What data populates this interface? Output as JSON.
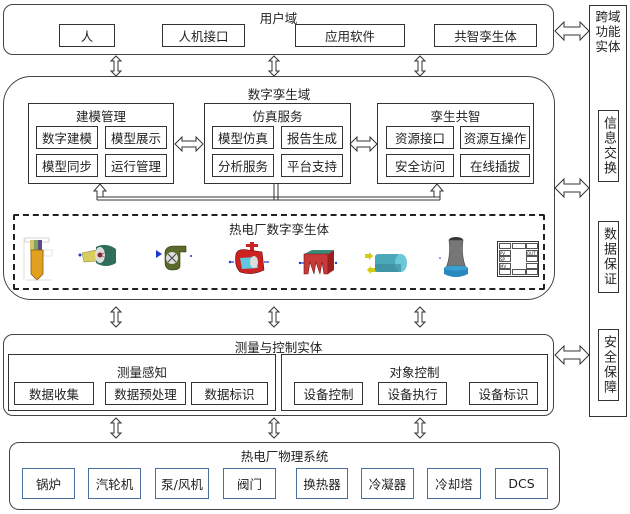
{
  "user_domain": {
    "title": "用户域",
    "items": [
      "人",
      "人机接口",
      "应用软件",
      "共智孪生体"
    ]
  },
  "digital_twin_domain": {
    "title": "数字孪生域",
    "groups": [
      {
        "title": "建模管理",
        "items": [
          "数字建模",
          "模型展示",
          "模型同步",
          "运行管理"
        ]
      },
      {
        "title": "仿真服务",
        "items": [
          "模型仿真",
          "报告生成",
          "分析服务",
          "平台支持"
        ]
      },
      {
        "title": "孪生共智",
        "items": [
          "资源接口",
          "资源互操作",
          "安全访问",
          "在线插拔"
        ]
      }
    ],
    "twin_body": {
      "title": "热电厂数字孪生体",
      "icons": [
        "boiler-icon",
        "steam-turbine-icon",
        "pump-fan-icon",
        "valve-icon",
        "heat-exchanger-icon",
        "condenser-icon",
        "cooling-tower-icon",
        "dcs-panel-icon"
      ],
      "dcs_panel_labels": [
        "PV",
        "SP",
        "MV",
        "OUT"
      ]
    }
  },
  "measure_control": {
    "title": "测量与控制实体",
    "groups": [
      {
        "title": "测量感知",
        "items": [
          "数据收集",
          "数据预处理",
          "数据标识"
        ]
      },
      {
        "title": "对象控制",
        "items": [
          "设备控制",
          "设备执行",
          "设备标识"
        ]
      }
    ]
  },
  "physical_system": {
    "title": "热电厂物理系统",
    "items": [
      "锅炉",
      "汽轮机",
      "泵/风机",
      "阀门",
      "换热器",
      "冷凝器",
      "冷却塔",
      "DCS"
    ]
  },
  "cross_domain": {
    "title": "跨域功能实体",
    "items": [
      "信息交换",
      "数据保证",
      "安全保障"
    ]
  },
  "colors": {
    "line": "#333333",
    "physical_border": "#4a6e9a"
  }
}
